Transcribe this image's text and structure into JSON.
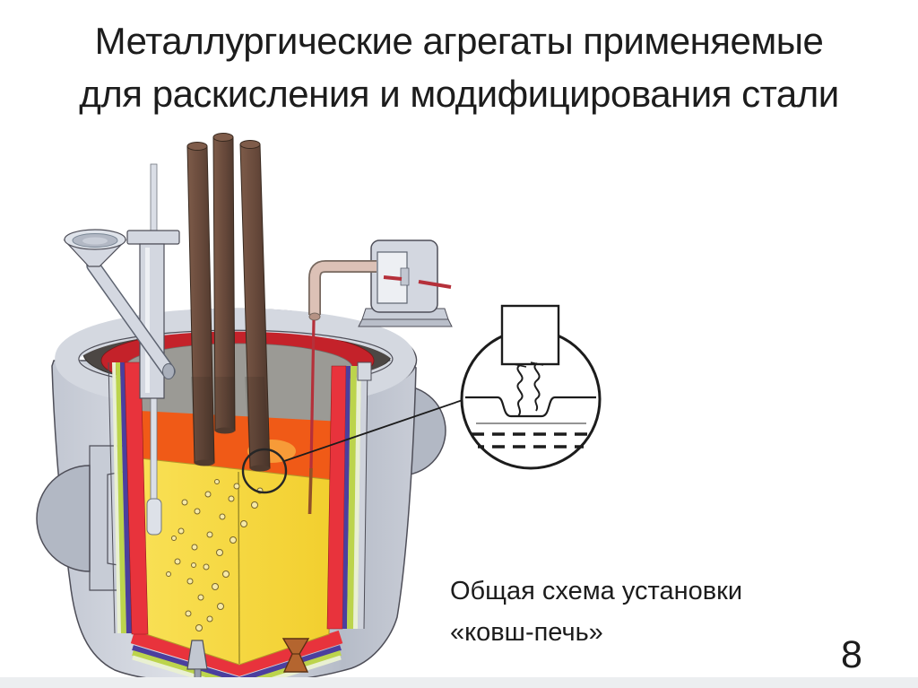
{
  "slide": {
    "title": {
      "line1": "Металлургические агрегаты применяемые",
      "line2": "для раскисления и модифицирования стали"
    },
    "caption": {
      "line1": "Общая схема установки",
      "line2": "«ковш-печь»"
    },
    "page_number": "8"
  },
  "diagram": {
    "type": "ladle-furnace-cutaway-illustration",
    "components": [
      "ladle-shell",
      "ladle-rim",
      "trunnion-left",
      "trunnion-right",
      "slag-cover-dark-top",
      "upper-refractory-ring",
      "freeboard-wall",
      "slag-layer",
      "molten-steel",
      "argon-bubbles",
      "porous-plug",
      "taphole-nozzle",
      "refractory-lining-layers",
      "graphite-electrodes",
      "charging-funnel",
      "measuring-lance",
      "wire-feeder-machine",
      "wire-guide-tube",
      "cored-wire",
      "wire-entry-marker-circle",
      "leader-line",
      "magnifier-detail-circle",
      "feeder-box-symbol",
      "wire-coils-symbol",
      "slag-surface-symbol",
      "liquid-steel-dashes-symbol"
    ],
    "colors": {
      "page-bg": "#ffffff",
      "ink": "#1c1c1c",
      "band": "#eceef0",
      "outline": "#4e4e58",
      "shell": "#cfd3dc",
      "shell-shade": "#b2b8c4",
      "rim": "#d4d8e0",
      "steelwork": "#d3d7e0",
      "top-dark": "#4c4744",
      "ring-red": "#c4222a",
      "ref-red": "#e8333c",
      "wall-gray": "#9b9a95",
      "slag": "#f05a17",
      "slag-glow": "#f79b38",
      "melt": "#f6d93a",
      "layer-blue": "#4b3f9e",
      "layer-ygreen": "#bcd44c",
      "layer-pale": "#e9f0d2",
      "electrode": "#66483a",
      "wire": "#b5303a",
      "wire-deep": "#915028",
      "bubble": "#f7eaa8",
      "plug": "#c2c7d1",
      "taphole": "#b4652f",
      "callout": "#1c1c1c"
    }
  }
}
